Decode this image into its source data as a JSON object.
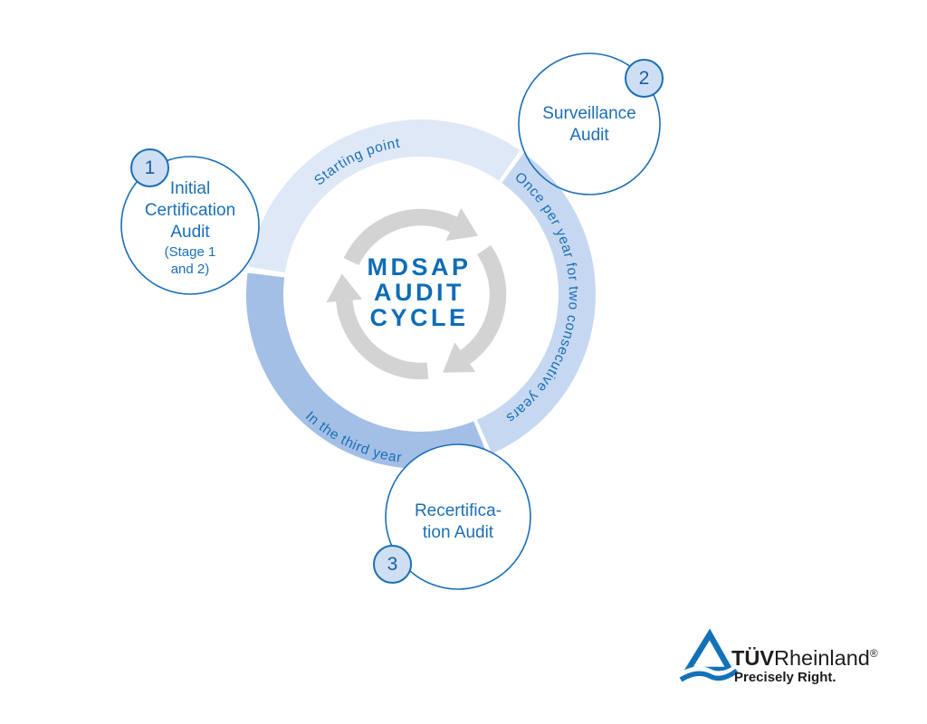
{
  "diagram": {
    "center_title": {
      "lines": [
        "MDSAP",
        "AUDIT",
        "CYCLE"
      ]
    },
    "ring": {
      "segments": [
        {
          "id": "starting-point",
          "label": "Starting point",
          "color": "#dee8f6"
        },
        {
          "id": "once-per-year",
          "label": "Once per year for two consecutive years",
          "color": "#c6d8f1"
        },
        {
          "id": "third-year",
          "label": "In the third year",
          "color": "#a3bfe6"
        }
      ]
    },
    "nodes": [
      {
        "number": "1",
        "lines": [
          "Initial",
          "Certification",
          "Audit"
        ],
        "sublines": [
          "(Stage 1",
          "and 2)"
        ]
      },
      {
        "number": "2",
        "lines": [
          "Surveillance",
          "Audit"
        ],
        "sublines": []
      },
      {
        "number": "3",
        "lines": [
          "Recertifica-",
          "tion Audit"
        ],
        "sublines": []
      }
    ],
    "palette": {
      "brand_blue": "#1b6fb7",
      "title_blue": "#0e6db6",
      "badge_fill": "#cfdff3",
      "arrow_gray": "#d3d3d3",
      "logo_black": "#1d1d1b",
      "logo_blue": "#1371b8"
    }
  },
  "logo": {
    "brand_bold": "TÜV",
    "brand_regular": "Rheinland",
    "registered": "®",
    "tagline": "Precisely Right."
  }
}
